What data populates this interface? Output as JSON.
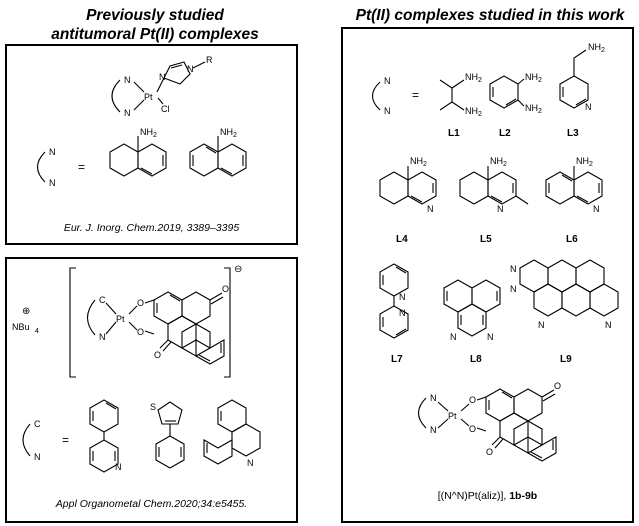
{
  "headings": {
    "left_line1": "Previously studied",
    "left_line2": "antitumoral Pt(II)  complexes",
    "right": "Pt(II) complexes studied in this work"
  },
  "citations": {
    "top": "Eur. J. Inorg. Chem.2019, 3389–3395",
    "bottom": "Appl Organometal Chem.2020;34:e5455."
  },
  "atoms": {
    "n": "N",
    "c": "C",
    "pt": "Pt",
    "cl": "Cl",
    "r": "R",
    "o": "O",
    "s": "S",
    "nh2": "NH",
    "two": "2",
    "nbu": "NBu",
    "four": "4",
    "eq": "=",
    "oplus": "⊕",
    "ominus": "⊖"
  },
  "ligands": [
    "L1",
    "L2",
    "L3",
    "L4",
    "L5",
    "L6",
    "L7",
    "L8",
    "L9"
  ],
  "formula": {
    "prefix": "[(N^N)Pt(aliz)],",
    "bold": "1b-9b"
  }
}
